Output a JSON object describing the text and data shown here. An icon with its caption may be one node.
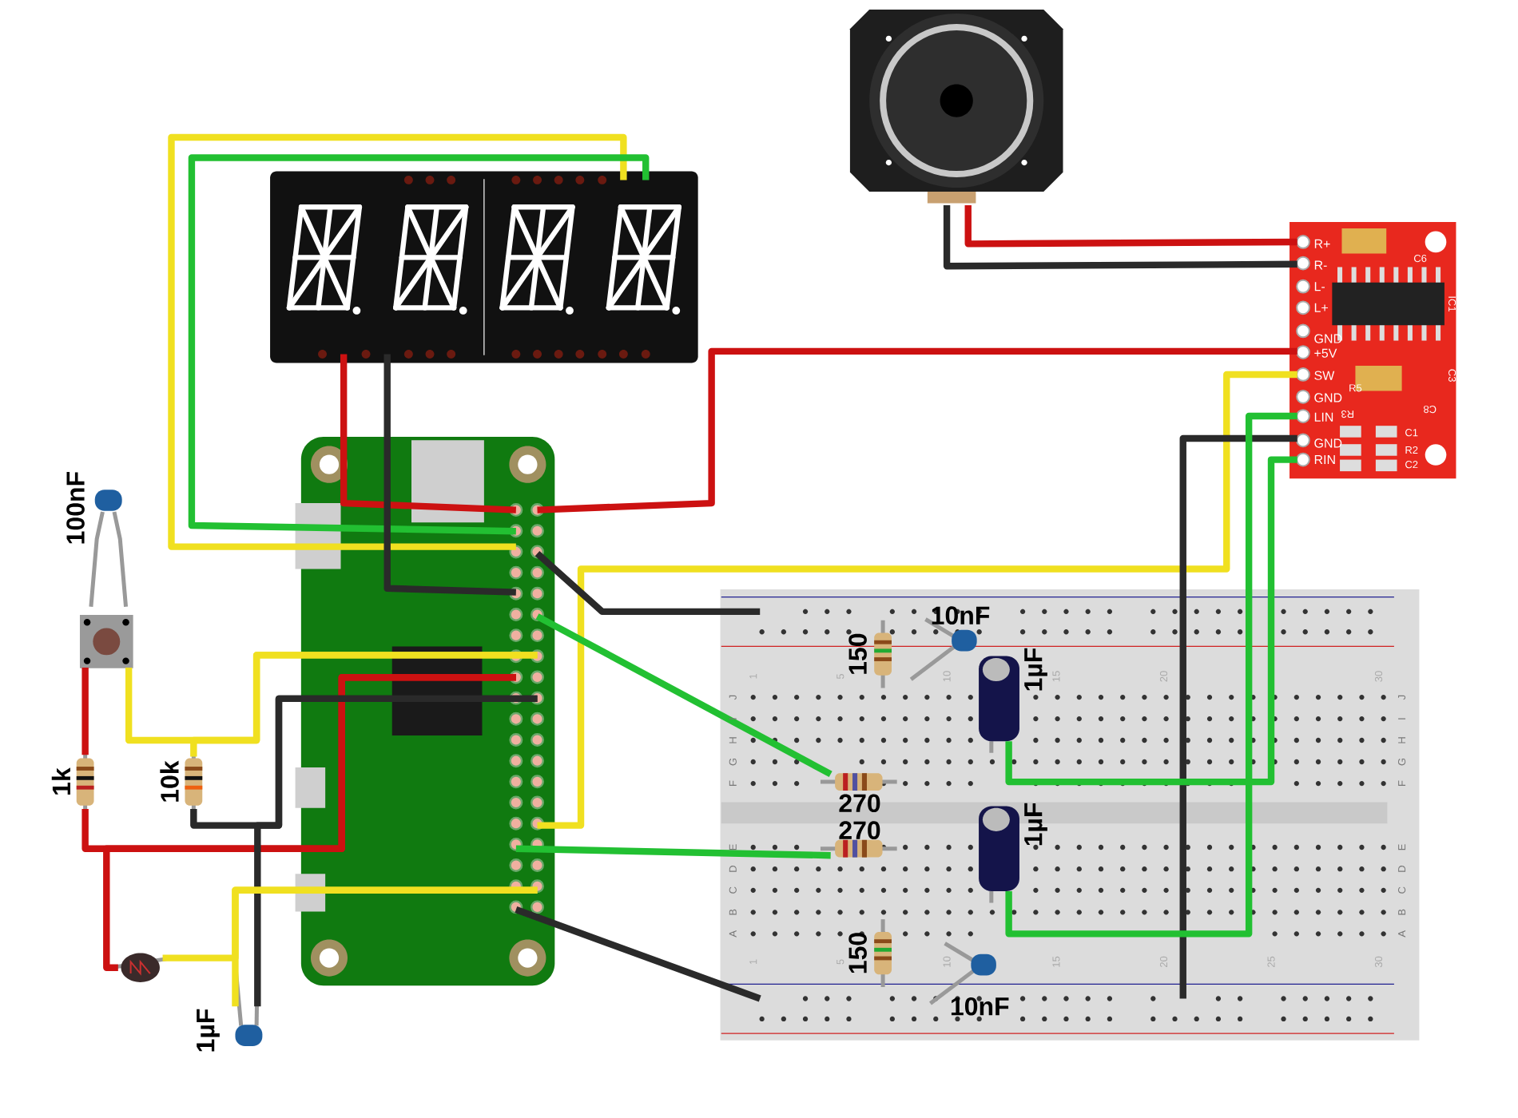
{
  "diagram": {
    "nodes": [
      {
        "text": [],
        "shape": "picture"
      },
      {
        "text": [],
        "shape": "picture"
      },
      {
        "text": [],
        "shape": "picture"
      },
      {
        "text": [],
        "shape": "picture"
      },
      {
        "text": [],
        "shape": "picture"
      },
      {
        "text": [],
        "shape": "picture",
        "in": 4,
        "beside": [
          "150"
        ]
      },
      {
        "text": [],
        "shape": "picture",
        "in": 4,
        "beside": [
          "10nF"
        ]
      },
      {
        "text": [],
        "shape": "picture",
        "in": 4,
        "beside": [
          "1µF"
        ]
      },
      {
        "text": [],
        "shape": "picture",
        "in": 4,
        "beside": [
          "270"
        ]
      },
      {
        "text": [],
        "shape": "picture",
        "in": 4,
        "beside": [
          "270"
        ]
      },
      {
        "text": [],
        "shape": "picture",
        "in": 4,
        "beside": [
          "1µF"
        ]
      },
      {
        "text": [],
        "shape": "picture",
        "in": 4,
        "beside": [
          "150"
        ]
      },
      {
        "text": [],
        "shape": "picture",
        "in": 4,
        "beside": [
          "10nF"
        ]
      },
      {
        "text": [],
        "shape": "picture",
        "beside": [
          "100nF"
        ]
      },
      {
        "text": [],
        "shape": "picture"
      },
      {
        "text": [],
        "shape": "picture",
        "beside": [
          "1k"
        ]
      },
      {
        "text": [],
        "shape": "picture",
        "beside": [
          "10k"
        ]
      },
      {
        "text": [],
        "shape": "picture"
      },
      {
        "text": [],
        "shape": "picture",
        "beside": [
          "1µF"
        ]
      }
    ],
    "edges": [
      {
        "from": 0,
        "to": 3,
        "arrow": "none",
        "color": "#f0e020"
      },
      {
        "from": 0,
        "to": 3,
        "arrow": "none",
        "color": "#22c032"
      },
      {
        "from": 0,
        "to": 3,
        "arrow": "none",
        "color": "#cc1111"
      },
      {
        "from": 0,
        "to": 3,
        "arrow": "none",
        "color": "#2a2a2a"
      },
      {
        "from": 3,
        "to": 2,
        "arrow": "none",
        "color": "#cc1111"
      },
      {
        "from": 1,
        "to": 2,
        "arrow": "none",
        "color": "#cc1111"
      },
      {
        "from": 1,
        "to": 2,
        "arrow": "none",
        "color": "#2a2a2a"
      },
      {
        "from": 3,
        "to": 2,
        "arrow": "none",
        "color": "#f0e020"
      },
      {
        "from": 3,
        "to": 4,
        "arrow": "none",
        "color": "#2a2a2a"
      },
      {
        "from": 3,
        "to": 8,
        "arrow": "none",
        "color": "#22c032"
      },
      {
        "from": 3,
        "to": 9,
        "arrow": "none",
        "color": "#22c032"
      },
      {
        "from": 3,
        "to": 4,
        "arrow": "none",
        "color": "#2a2a2a"
      },
      {
        "from": 2,
        "to": 4,
        "arrow": "none",
        "color": "#2a2a2a"
      },
      {
        "from": 2,
        "to": 10,
        "arrow": "none",
        "color": "#22c032"
      },
      {
        "from": 2,
        "to": 7,
        "arrow": "none",
        "color": "#22c032"
      },
      {
        "from": 3,
        "to": 14,
        "arrow": "none",
        "color": "#f0e020"
      },
      {
        "from": 3,
        "to": 16,
        "arrow": "none",
        "color": "#f0e020"
      },
      {
        "from": 3,
        "to": 15,
        "arrow": "none",
        "color": "#cc1111"
      },
      {
        "from": 3,
        "to": 17,
        "arrow": "none",
        "color": "#cc1111"
      },
      {
        "from": 3,
        "to": 16,
        "arrow": "none",
        "color": "#2a2a2a"
      },
      {
        "from": 3,
        "to": 18,
        "arrow": "none",
        "color": "#2a2a2a"
      },
      {
        "from": 3,
        "to": 17,
        "arrow": "none",
        "color": "#f0e020"
      },
      {
        "from": 3,
        "to": 18,
        "arrow": "none",
        "color": "#f0e020"
      },
      {
        "from": 14,
        "to": 15,
        "arrow": "none",
        "color": "#cc1111"
      }
    ],
    "labels": [
      "R+",
      "R-",
      "L-",
      "L+",
      "GND",
      "+5V",
      "SW",
      "GND",
      "LIN",
      "GND",
      "RIN",
      "C6",
      "IC1",
      "C3",
      "C8",
      "R5",
      "R3",
      "C1",
      "R2",
      "C2",
      "1",
      "5",
      "10",
      "15",
      "20",
      "30",
      "J",
      "I",
      "H",
      "G",
      "F",
      "E",
      "D",
      "C",
      "B",
      "A",
      "J",
      "I",
      "H",
      "G",
      "F",
      "E",
      "D",
      "C",
      "B",
      "A",
      "1",
      "5",
      "10",
      "15",
      "20",
      "25",
      "30"
    ]
  }
}
